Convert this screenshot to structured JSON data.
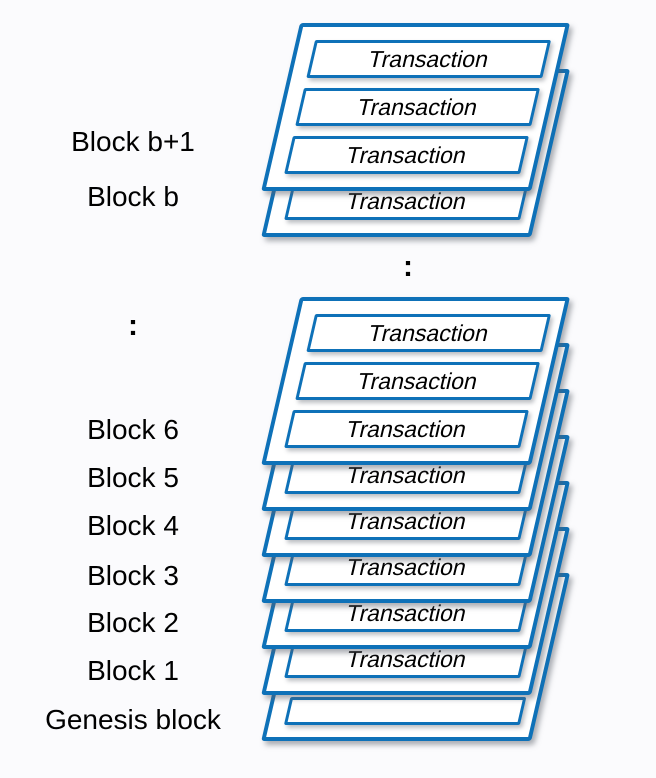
{
  "colors": {
    "outline_blue": "#0E71B8",
    "fill_white": "#FFFFFF",
    "text_black": "#000000",
    "background": "#FBFBFD"
  },
  "center_ellipsis": ":",
  "left_column": {
    "items": [
      {
        "text": "Block b+1"
      },
      {
        "text": "Block b"
      },
      {
        "text": ":",
        "ellipsis": true
      },
      {
        "text": "Block 6"
      },
      {
        "text": "Block 5"
      },
      {
        "text": "Block 4"
      },
      {
        "text": "Block 3"
      },
      {
        "text": "Block 2"
      },
      {
        "text": "Block 1"
      },
      {
        "text": "Genesis block"
      }
    ]
  },
  "stacks": {
    "upper": {
      "front_block": {
        "label": "Block b+1",
        "transactions": [
          "Transaction",
          "Transaction",
          "Transaction"
        ]
      },
      "back_blocks": [
        {
          "label": "Block b",
          "visible_transaction": "Transaction"
        }
      ]
    },
    "lower": {
      "front_block": {
        "label": "Block 6",
        "transactions": [
          "Transaction",
          "Transaction",
          "Transaction"
        ]
      },
      "back_blocks": [
        {
          "label": "Block 5",
          "visible_transaction": "Transaction"
        },
        {
          "label": "Block 4",
          "visible_transaction": "Transaction"
        },
        {
          "label": "Block 3",
          "visible_transaction": "Transaction"
        },
        {
          "label": "Block 2",
          "visible_transaction": "Transaction"
        },
        {
          "label": "Block 1",
          "visible_transaction": "Transaction"
        },
        {
          "label": "Genesis block",
          "visible_transaction": "",
          "empty": true
        }
      ]
    }
  }
}
